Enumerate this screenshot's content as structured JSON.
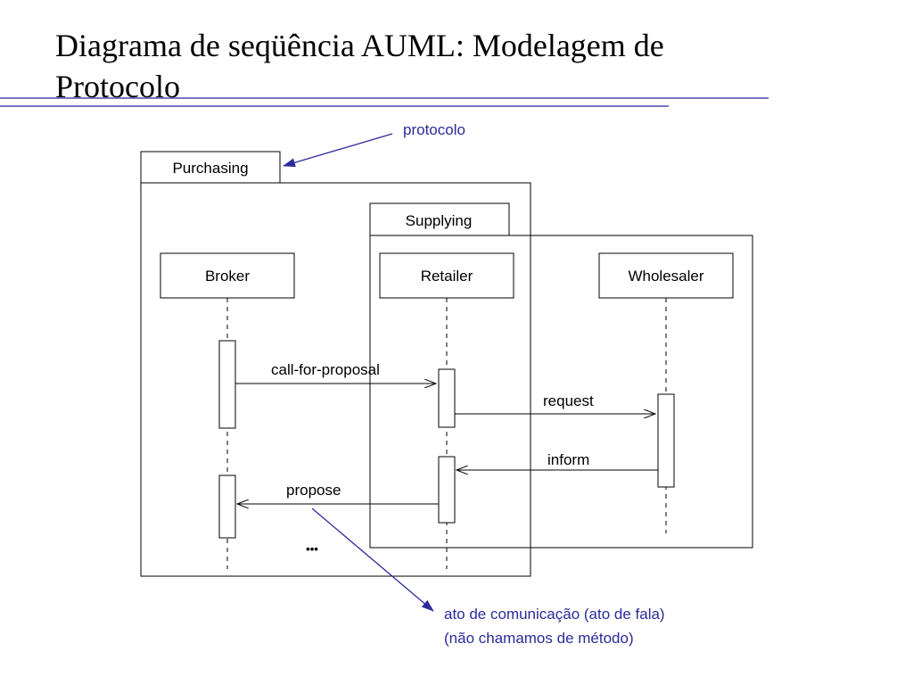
{
  "slide": {
    "title_line1": "Diagrama de seqüência AUML: Modelagem de",
    "title_line2": "Protocolo"
  },
  "diagram": {
    "protocol_outer": "Purchasing",
    "protocol_inner": "Supplying",
    "lifelines": {
      "broker": "Broker",
      "retailer": "Retailer",
      "wholesaler": "Wholesaler"
    },
    "messages": {
      "cfp": "call-for-proposal",
      "request": "request",
      "inform": "inform",
      "propose": "propose"
    },
    "ellipsis": "•••"
  },
  "annotations": {
    "protocolo": "protocolo",
    "ato_line1": "ato de comunicação (ato de fala)",
    "ato_line2": "(não chamamos de método)"
  },
  "colors": {
    "accent": "#2b2b9a",
    "rule": "#4a4aa8"
  }
}
